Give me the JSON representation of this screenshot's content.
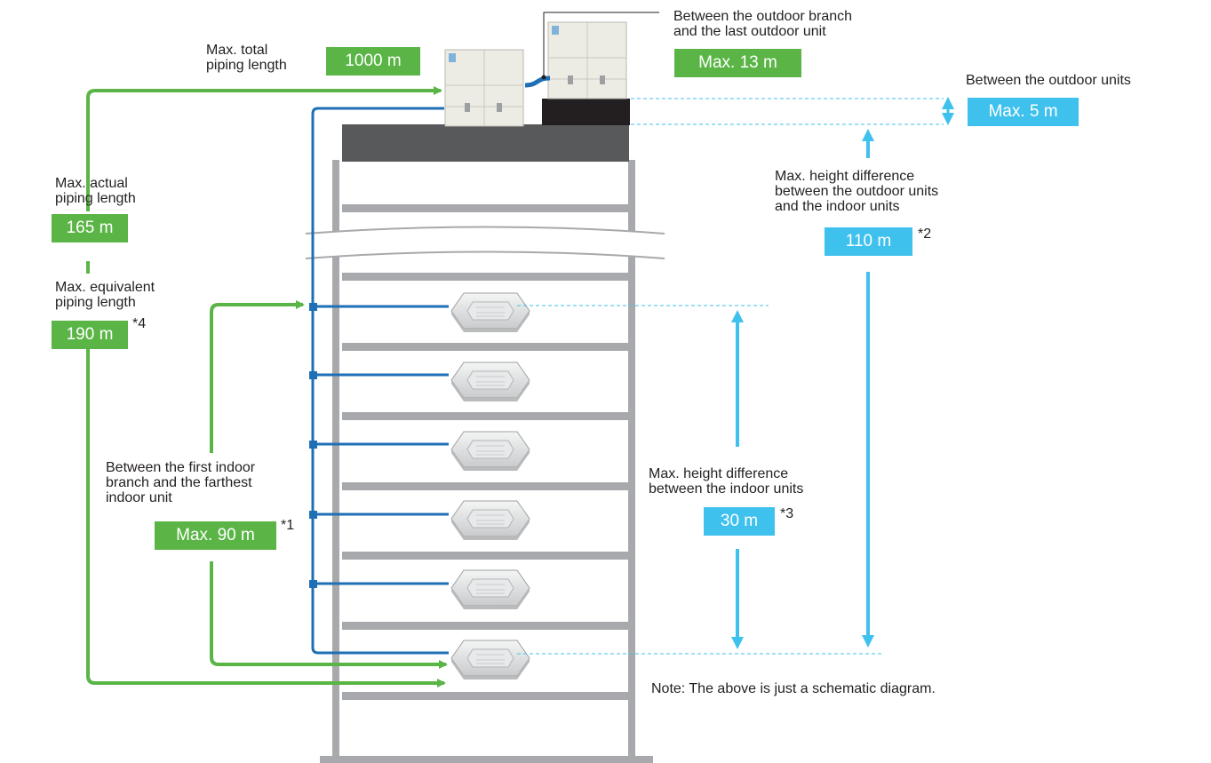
{
  "colors": {
    "green": "#5ab546",
    "blue": "#3fc1ee",
    "pipe_blue": "#1f6fb5",
    "building_gray": "#a7a9ac",
    "roof_dark": "#58595b",
    "base_black": "#231f20"
  },
  "labels": {
    "outdoor_branch": [
      "Between the outdoor branch",
      "and the last outdoor unit"
    ],
    "total_piping": [
      "Max. total",
      "piping length"
    ],
    "between_outdoor": "Between the outdoor units",
    "actual_piping": [
      "Max. actual",
      "piping length"
    ],
    "equivalent_piping": [
      "Max. equivalent",
      "piping length"
    ],
    "height_outdoor_indoor": [
      "Max. height difference",
      "between the outdoor units",
      "and the indoor units"
    ],
    "first_indoor_branch": [
      "Between the first indoor",
      "branch and the farthest",
      "indoor unit"
    ],
    "height_indoor": [
      "Max. height difference",
      "between the indoor units"
    ],
    "note": "Note: The above is just a schematic diagram."
  },
  "values": {
    "total_piping": "1000 m",
    "outdoor_branch": "Max. 13 m",
    "between_outdoor": "Max. 5 m",
    "actual_piping": "165 m",
    "equivalent_piping": "190 m",
    "height_outdoor_indoor": "110 m",
    "first_indoor_branch": "Max. 90 m",
    "height_indoor": "30 m"
  },
  "footnotes": {
    "equivalent_piping": "*4",
    "height_outdoor_indoor": "*2",
    "first_indoor_branch": "*1",
    "height_indoor": "*3"
  }
}
